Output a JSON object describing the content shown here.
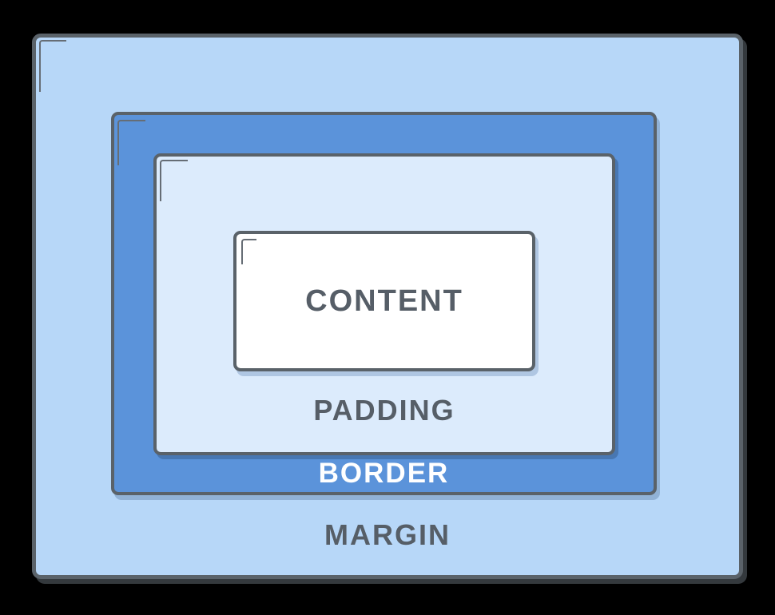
{
  "diagram": {
    "description": "CSS box model diagram",
    "background_color": "#000000",
    "stroke_color": "#5a6269",
    "bracket_color": "#666d75",
    "boxes": {
      "margin": {
        "label": "MARGIN",
        "fill": "#b7d7f8",
        "label_color": "#565e67"
      },
      "border": {
        "label": "BORDER",
        "fill": "#5b93da",
        "label_color": "#ffffff"
      },
      "padding": {
        "label": "PADDING",
        "fill": "#dcebfc",
        "label_color": "#565e67"
      },
      "content": {
        "label": "CONTENT",
        "fill": "#ffffff",
        "label_color": "#565e67"
      }
    }
  }
}
